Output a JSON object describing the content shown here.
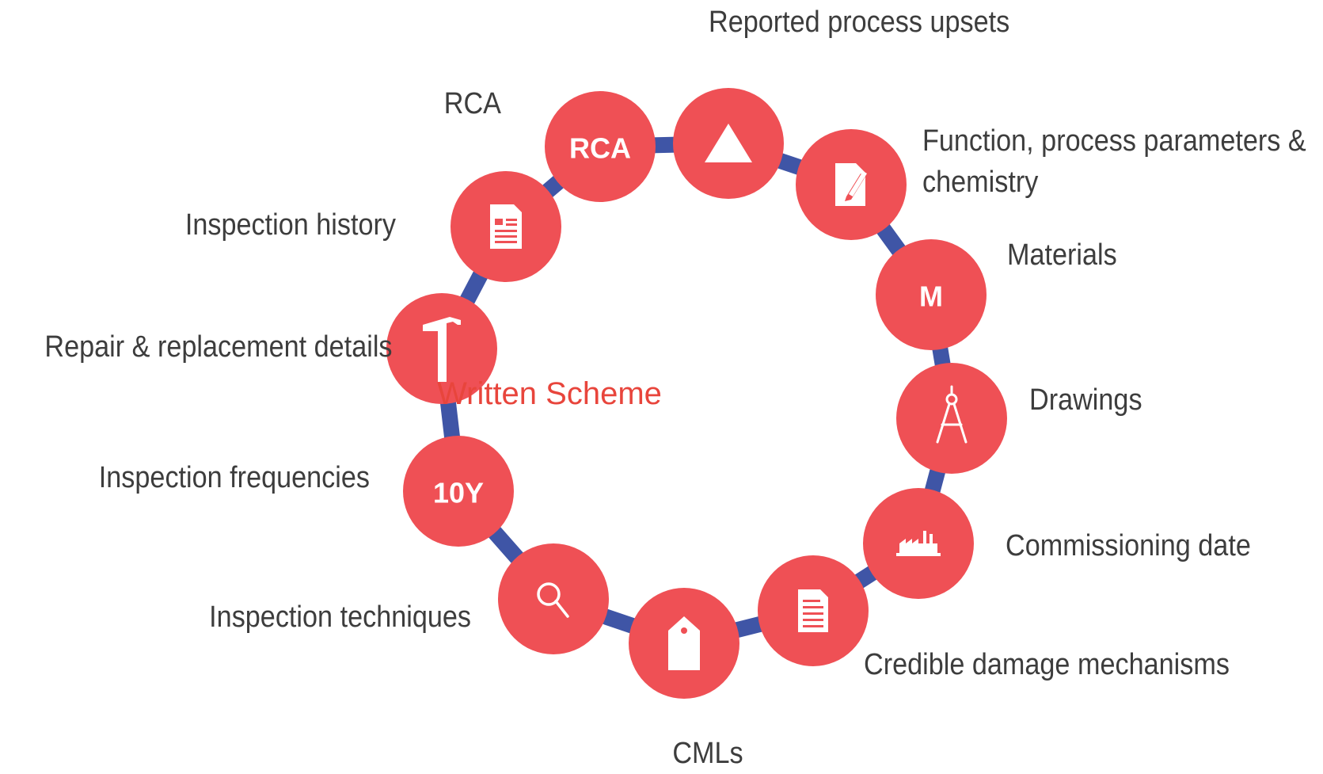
{
  "diagram": {
    "center_title": "Written Scheme",
    "colors": {
      "ring": "#3f55a6",
      "node_fill": "#ef5055",
      "node_content": "#ffffff",
      "label_text": "#3d3d3d",
      "center_title": "#e8453c"
    },
    "nodes": [
      {
        "id": "reported-process-upsets",
        "icon": "warning-triangle-icon",
        "node_text": "",
        "label": "Reported process upsets"
      },
      {
        "id": "function-process-parameters-chemistry",
        "icon": "document-pen-icon",
        "node_text": "",
        "label_lines": [
          "Function, process parameters &",
          "chemistry"
        ]
      },
      {
        "id": "materials",
        "icon": "",
        "node_text": "M",
        "label": "Materials"
      },
      {
        "id": "drawings",
        "icon": "drafting-compass-icon",
        "node_text": "",
        "label": "Drawings"
      },
      {
        "id": "commissioning-date",
        "icon": "factory-icon",
        "node_text": "",
        "label": "Commissioning date"
      },
      {
        "id": "credible-damage-mechanisms",
        "icon": "document-lines-icon",
        "node_text": "",
        "label": "Credible damage mechanisms"
      },
      {
        "id": "cmls",
        "icon": "tag-icon",
        "node_text": "",
        "label": "CMLs"
      },
      {
        "id": "inspection-techniques",
        "icon": "magnifier-icon",
        "node_text": "",
        "label": "Inspection techniques"
      },
      {
        "id": "inspection-frequencies",
        "icon": "",
        "node_text": "10Y",
        "label": "Inspection frequencies"
      },
      {
        "id": "repair-replacement-details",
        "icon": "hammer-icon",
        "node_text": "",
        "label": "Repair  & replacement details"
      },
      {
        "id": "inspection-history",
        "icon": "report-document-icon",
        "node_text": "",
        "label": "Inspection history"
      },
      {
        "id": "rca",
        "icon": "",
        "node_text": "RCA",
        "label": "RCA"
      }
    ]
  }
}
